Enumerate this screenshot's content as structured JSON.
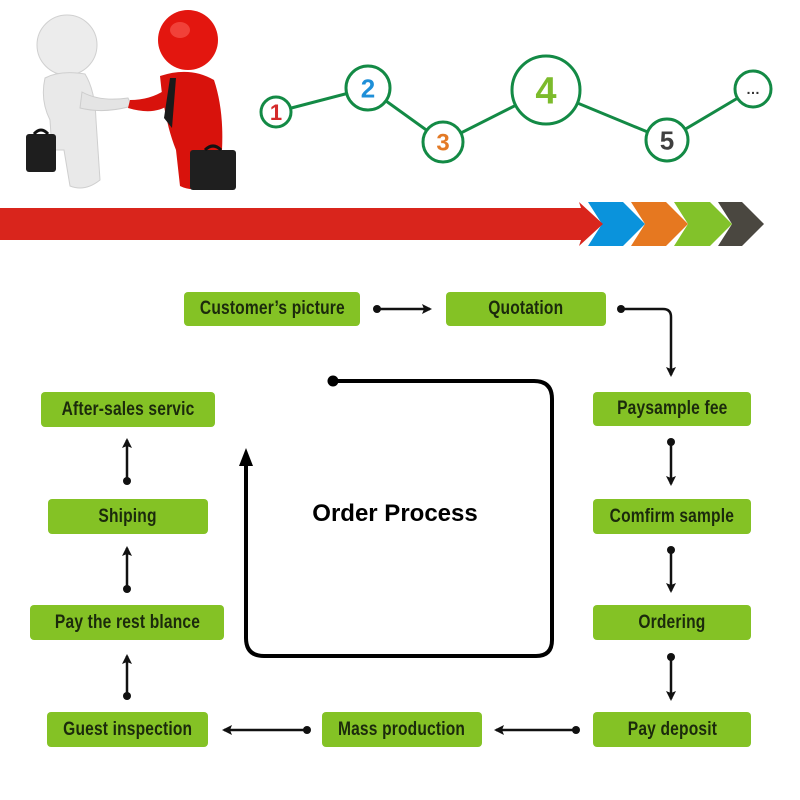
{
  "illustration": {
    "description": "two 3D figures shaking hands with briefcases",
    "left_figure_color": "#eeeeee",
    "right_figure_color": "#e0140f"
  },
  "steps_graphic": {
    "nodes": [
      {
        "label": "1",
        "color": "#d42a2a"
      },
      {
        "label": "2",
        "color": "#1e8fd8"
      },
      {
        "label": "3",
        "color": "#e37a26"
      },
      {
        "label": "4",
        "color": "#7cbb2c"
      },
      {
        "label": "5",
        "color": "#3f3f3f"
      },
      {
        "label": "…",
        "color": "#333333"
      }
    ],
    "line_color": "#138a45"
  },
  "banner_arrow": {
    "colors": [
      "#d9251c",
      "#0a93dc",
      "#e67820",
      "#82c22a",
      "#4a4740"
    ]
  },
  "diagram": {
    "title": "Order Process",
    "box_color": "#84c225",
    "steps": [
      {
        "id": "customers-picture",
        "label": "Customer’s picture"
      },
      {
        "id": "quotation",
        "label": "Quotation"
      },
      {
        "id": "paysample-fee",
        "label": "Paysample fee"
      },
      {
        "id": "comfirm-sample",
        "label": "Comfirm  sample"
      },
      {
        "id": "ordering",
        "label": "Ordering"
      },
      {
        "id": "pay-deposit",
        "label": "Pay deposit"
      },
      {
        "id": "mass-production",
        "label": "Mass production"
      },
      {
        "id": "guest-inspection",
        "label": "Guest  inspection"
      },
      {
        "id": "pay-rest-balance",
        "label": "Pay  the  rest  blance"
      },
      {
        "id": "shiping",
        "label": "Shiping"
      },
      {
        "id": "after-sales",
        "label": "After-sales  servic"
      }
    ]
  }
}
